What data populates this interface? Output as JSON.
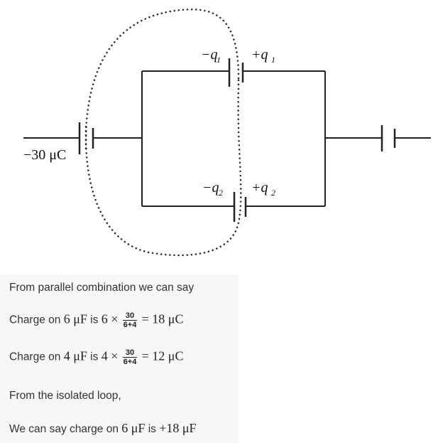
{
  "diagram": {
    "charge_left": "−30 μC",
    "cap_top_neg": "−q",
    "cap_top_pos": "+q",
    "cap_top_sub": "1",
    "cap_bot_neg": "−q",
    "cap_bot_pos": "+q",
    "cap_bot_sub": "2"
  },
  "solution": {
    "line1": "From parallel combination we can say",
    "line2": {
      "prefix": "Charge on ",
      "cap": "6 μF",
      "is": " is ",
      "mult": "6 ×",
      "num": "30",
      "den": "6+4",
      "result": "= 18 μC"
    },
    "line3": {
      "prefix": "Charge on ",
      "cap": "4 μF",
      "is": " is ",
      "mult": "4 ×",
      "num": "30",
      "den": "6+4",
      "result": "= 12 μC"
    },
    "line4": "From the isolated loop,",
    "line5": {
      "prefix": "We can say charge on ",
      "cap": "6 μF",
      "is": " is ",
      "result": "+18 μF"
    }
  }
}
